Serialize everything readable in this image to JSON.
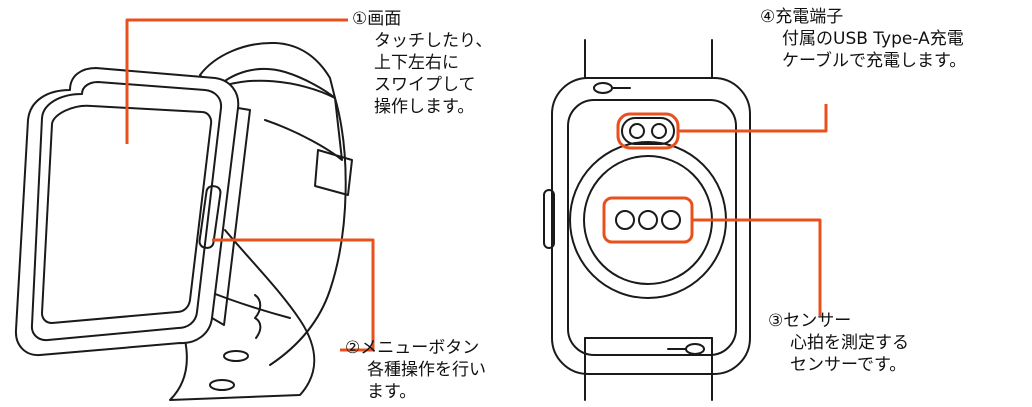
{
  "accent_color": "#e8501e",
  "callouts": {
    "screen": {
      "title": "①画面",
      "desc": [
        "タッチしたり、",
        "上下左右に",
        "スワイプして",
        "操作します。"
      ]
    },
    "menu_button": {
      "title": "②メニューボタン",
      "desc": [
        "各種操作を行い",
        "ます。"
      ]
    },
    "sensor": {
      "title": "③センサー",
      "desc": [
        "心拍を測定する",
        "センサーです。"
      ]
    },
    "charging_port": {
      "title": "④充電端子",
      "desc": [
        "付属のUSB Type-A充電",
        "ケーブルで充電します。"
      ]
    }
  }
}
